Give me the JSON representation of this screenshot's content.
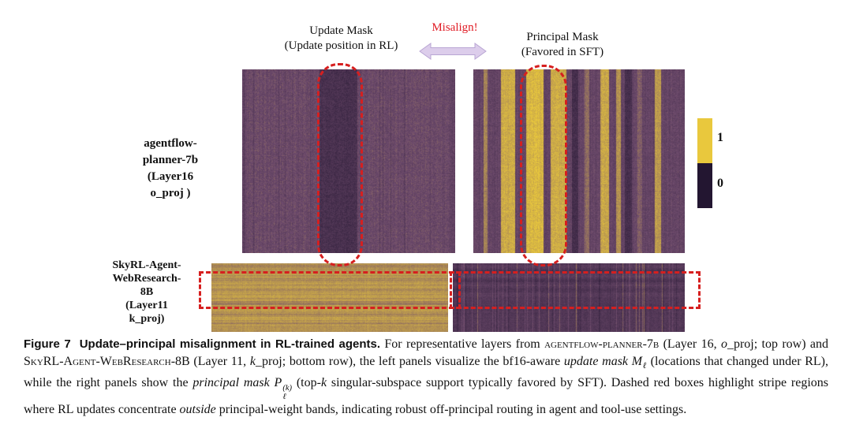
{
  "figure": {
    "top_row": {
      "left_panel_title": [
        "Update Mask",
        "(Update position in RL)"
      ],
      "right_panel_title": [
        "Principal Mask",
        "(Favored in SFT)"
      ],
      "misalign_label": "Misalign!",
      "row_label_lines": [
        "agentflow-",
        "planner-7b",
        "(Layer16",
        "o_proj )"
      ]
    },
    "bottom_row": {
      "row_label_lines": [
        "SkyRL-Agent-",
        "WebResearch-",
        "8B",
        "(Layer11",
        "k_proj)"
      ]
    },
    "colorbar": {
      "one": "1",
      "zero": "0"
    }
  },
  "caption": {
    "parts": [
      {
        "text": "Figure 7"
      },
      {
        "text": "Update–principal misalignment in RL-trained agents."
      },
      {
        "text": " For representative layers from "
      },
      {
        "text": "agentflow-planner-7b"
      },
      {
        "text": " (Layer 16, "
      },
      {
        "text": "o"
      },
      {
        "text": "_proj; top row) and "
      },
      {
        "text": "SkyRL-Agent-WebResearch-8B"
      },
      {
        "text": " (Layer 11, "
      },
      {
        "text": "k"
      },
      {
        "text": "_proj; bottom row), the left panels visualize the bf16-aware "
      },
      {
        "text": "update mask "
      },
      {
        "text": "M"
      },
      {
        "text": "ℓ"
      },
      {
        "text": " (locations that changed under RL), while the right panels show the "
      },
      {
        "text": "principal mask "
      },
      {
        "text": "P"
      },
      {
        "text": "(k)"
      },
      {
        "text": "ℓ"
      },
      {
        "text": " (top-"
      },
      {
        "text": "k"
      },
      {
        "text": " singular-subspace support typically favored by SFT). Dashed red boxes highlight stripe regions where RL updates concentrate "
      },
      {
        "text": "outside"
      },
      {
        "text": " principal-weight bands, indicating robust off-principal routing in agent and tool-use settings."
      }
    ]
  },
  "colors": {
    "mask_yellow": "#e9c83d",
    "mask_plum": "#6f4c6d",
    "mask_purple_dark": "#231631",
    "highlight_red": "#d61f1f",
    "misalign_red": "#e01b24",
    "arrow_fill": "#dccdeb",
    "arrow_stroke": "#b9a6d4"
  }
}
